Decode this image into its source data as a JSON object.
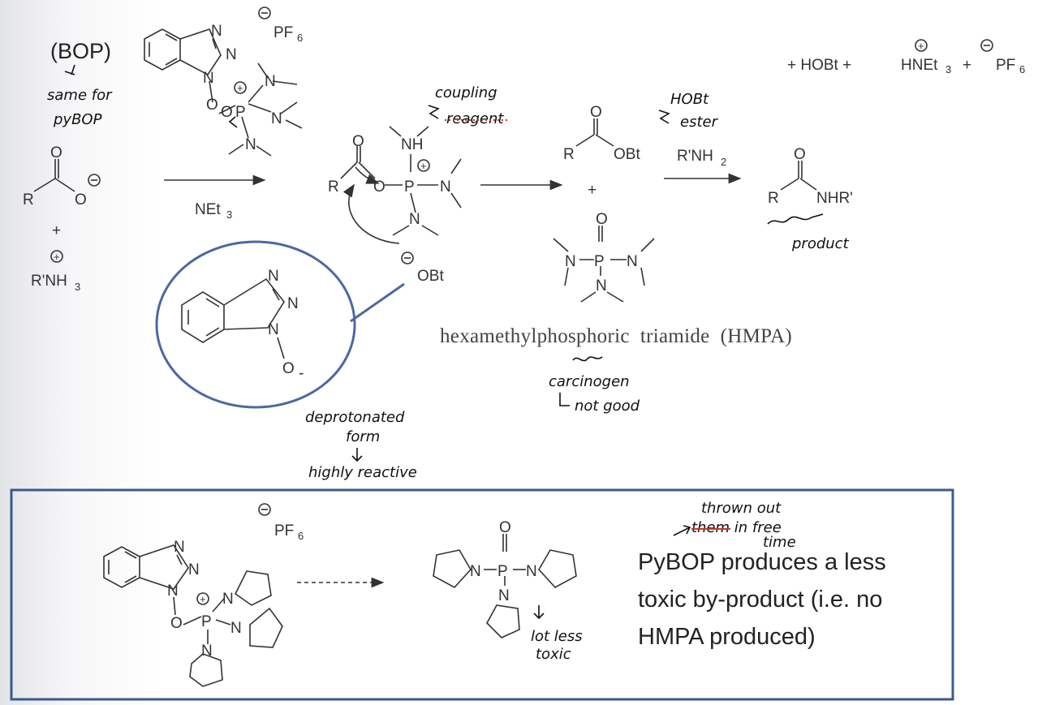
{
  "top_scheme": {
    "bop_label": "(BOP)",
    "note_same_for": "same for",
    "note_pybop": "pyBOP",
    "pf6_counterion": "PF",
    "pf6_sub": "6",
    "byproducts": [
      "+ HOBt +",
      "HNEt",
      "3",
      "+",
      "PF",
      "6"
    ],
    "reactant_carboxylate": "R",
    "reactant_plus": "+",
    "reactant_amine": "R'NH",
    "reactant_amine_sub": "3",
    "base_label": "NEt",
    "base_sub": "3",
    "note_coupling": "coupling",
    "note_reagent": "reagent",
    "intermediate_r": "R",
    "obt_anion": "OBt",
    "hobt_ester_r": "R",
    "hobt_ester_obt": "OBt",
    "note_hobt": "HOBt",
    "note_ester": "ester",
    "amine_reagent": "R'NH",
    "amine_reagent_sub": "2",
    "product_r": "R",
    "product_nhr": "NHR'",
    "note_product": "product",
    "hmpa_plus": "+",
    "hmpa_name": "hexamethylphosphoric  triamide  (HMPA)",
    "note_carcinogen": "carcinogen",
    "note_not_good": "not good",
    "note_deprotonated": "deprotonated",
    "note_form": "form",
    "note_highly_reactive": "highly reactive",
    "obt_oxygen": "O",
    "obt_charge": "-"
  },
  "bottom_box": {
    "pf6_counterion": "PF",
    "pf6_sub": "6",
    "statement_lines": [
      "PyBOP produces a less",
      "toxic by-product (i.e. no",
      "HMPA produced)"
    ],
    "note_thrown": "thrown out",
    "note_them": "them in free",
    "note_time": "time",
    "note_lot_less": "lot less",
    "note_toxic": "toxic"
  },
  "colors": {
    "highlight_ring": "#4a6aa0",
    "box_border": "#3b5a8c",
    "squiggle": "#c0392b"
  }
}
